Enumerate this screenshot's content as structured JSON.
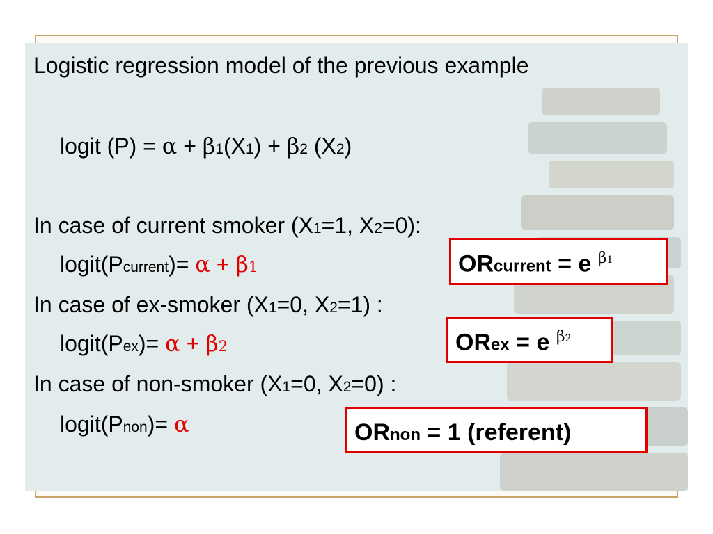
{
  "slide": {
    "title": "Logistic regression model of the previous example",
    "equation": {
      "lhs": "logit (P) = ",
      "alpha": "α",
      "plus1": " + ",
      "beta1": "β",
      "b1_sub": "1",
      "x1_open": "(X",
      "x1_sub": "1",
      "x1_close": ") + ",
      "beta2": "β",
      "b2_sub": "2",
      "x2_open": " (X",
      "x2_sub": "2",
      "x2_close": ")"
    },
    "current": {
      "heading_pre": "In case of current smoker (X",
      "heading_s1": "1",
      "heading_mid": "=1, X",
      "heading_s2": "2",
      "heading_post": "=0):",
      "logit_pre": "logit(P",
      "logit_sub": "current",
      "logit_post": ")= ",
      "rhs_alpha": "α",
      "rhs_plus": " + ",
      "rhs_beta": "β",
      "rhs_sub": "1",
      "or_label": "OR",
      "or_sub": "current",
      "or_eq": " = e ",
      "or_sup": "β",
      "or_sup_sub": "1"
    },
    "ex": {
      "heading_pre": "In case of ex-smoker (X",
      "heading_s1": "1",
      "heading_mid": "=0, X",
      "heading_s2": "2",
      "heading_post": "=1) :",
      "logit_pre": "logit(P",
      "logit_sub": "ex",
      "logit_post": ")= ",
      "rhs_alpha": "α",
      "rhs_plus": " + ",
      "rhs_beta": "β",
      "rhs_sub": "2",
      "or_label": "OR",
      "or_sub": "ex",
      "or_eq": " = e ",
      "or_sup": "β",
      "or_sup_sub": "2"
    },
    "non": {
      "heading_pre": "In case of non-smoker (X",
      "heading_s1": "1",
      "heading_mid": "=0, X",
      "heading_s2": "2",
      "heading_post": "=0) :",
      "logit_pre": "logit(P",
      "logit_sub": "non",
      "logit_post": ")= ",
      "rhs_alpha": "α",
      "or_label": "OR",
      "or_sub": "non",
      "or_eq": " = 1 (referent)"
    },
    "colors": {
      "accent": "#e00000",
      "panel": "#e3ecec",
      "frame": "#c9a36a"
    }
  }
}
